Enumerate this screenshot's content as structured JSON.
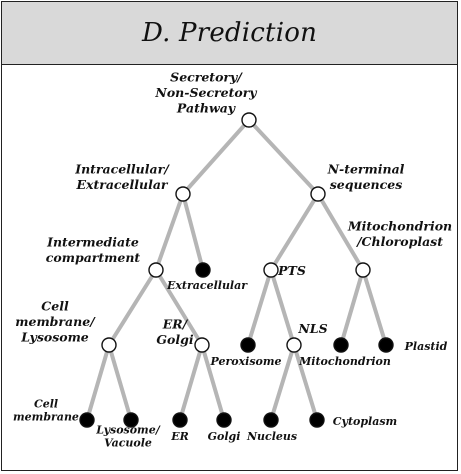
{
  "title": "D. Prediction",
  "diagram": {
    "nodes": [
      {
        "id": "root",
        "label": "Secretory/\nNon-Secretory\nPathway",
        "filled": false
      },
      {
        "id": "intra",
        "label": "Intracellular/\nExtracellular",
        "filled": false
      },
      {
        "id": "nterm",
        "label": "N-terminal\nsequences",
        "filled": false
      },
      {
        "id": "inter",
        "label": "Intermediate\ncompartment",
        "filled": false
      },
      {
        "id": "extra",
        "label": "Extracellular",
        "filled": true
      },
      {
        "id": "pts",
        "label": "PTS",
        "filled": false
      },
      {
        "id": "mito_chl",
        "label": "Mitochondrion\n/Chloroplast",
        "filled": false
      },
      {
        "id": "cellmem_lys",
        "label": "Cell\nmembrane/\nLysosome",
        "filled": false
      },
      {
        "id": "er_golgi",
        "label": "ER/\nGolgi",
        "filled": false
      },
      {
        "id": "peroxisome",
        "label": "Peroxisome",
        "filled": true
      },
      {
        "id": "nls",
        "label": "NLS",
        "filled": false
      },
      {
        "id": "mitochondrion",
        "label": "Mitochondrion",
        "filled": true
      },
      {
        "id": "plastid",
        "label": "Plastid",
        "filled": true
      },
      {
        "id": "cellmem",
        "label": "Cell\nmembrane",
        "filled": true
      },
      {
        "id": "lysosome",
        "label": "Lysosome/\nVacuole",
        "filled": true
      },
      {
        "id": "er",
        "label": "ER",
        "filled": true
      },
      {
        "id": "golgi",
        "label": "Golgi",
        "filled": true
      },
      {
        "id": "nucleus",
        "label": "Nucleus",
        "filled": true
      },
      {
        "id": "cytoplasm",
        "label": "Cytoplasm",
        "filled": true
      }
    ],
    "edges": [
      [
        "root",
        "intra"
      ],
      [
        "root",
        "nterm"
      ],
      [
        "intra",
        "inter"
      ],
      [
        "intra",
        "extra"
      ],
      [
        "nterm",
        "pts"
      ],
      [
        "nterm",
        "mito_chl"
      ],
      [
        "inter",
        "cellmem_lys"
      ],
      [
        "inter",
        "er_golgi"
      ],
      [
        "pts",
        "peroxisome"
      ],
      [
        "pts",
        "nls"
      ],
      [
        "mito_chl",
        "mitochondrion"
      ],
      [
        "mito_chl",
        "plastid"
      ],
      [
        "cellmem_lys",
        "cellmem"
      ],
      [
        "cellmem_lys",
        "lysosome"
      ],
      [
        "er_golgi",
        "er"
      ],
      [
        "er_golgi",
        "golgi"
      ],
      [
        "nls",
        "nucleus"
      ],
      [
        "nls",
        "cytoplasm"
      ]
    ],
    "colors": {
      "edge": "#b5b5b5",
      "node_stroke": "#111111",
      "filled": "#000000",
      "open": "#ffffff",
      "header_bg": "#d9d9d9"
    }
  }
}
